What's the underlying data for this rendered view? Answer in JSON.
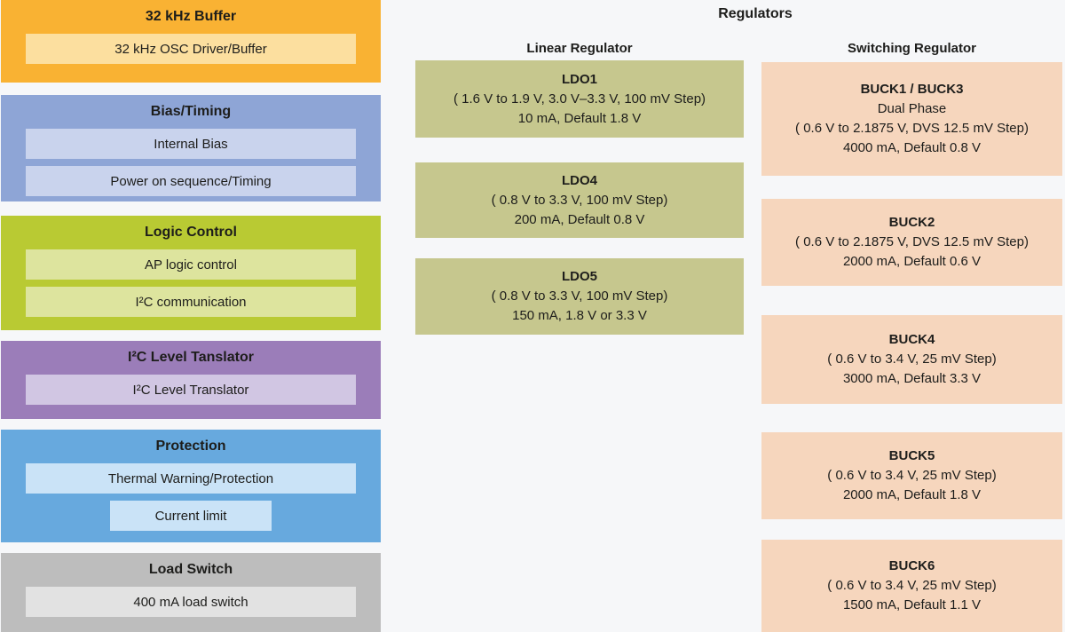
{
  "page": {
    "background": "#F6F7F9",
    "text_color": "#1D1D1B"
  },
  "left_blocks": [
    {
      "title": "32 kHz Buffer",
      "bg": "#F9B233",
      "inner_bg": "#FCDF9F",
      "items": [
        "32 kHz OSC Driver/Buffer"
      ]
    },
    {
      "title": "Bias/Timing",
      "bg": "#8EA5D6",
      "inner_bg": "#C9D3ED",
      "items": [
        "Internal Bias",
        "Power on sequence/Timing"
      ]
    },
    {
      "title": "Logic Control",
      "bg": "#B9CA33",
      "inner_bg": "#DDE49E",
      "items": [
        "AP logic control",
        "I²C communication"
      ]
    },
    {
      "title": "I²C Level Tanslator",
      "bg": "#9B7DB9",
      "inner_bg": "#D1C6E3",
      "items": [
        "I²C Level Translator"
      ]
    },
    {
      "title": "Protection",
      "bg": "#67A9DE",
      "inner_bg": "#CAE3F7",
      "items": [
        "Thermal Warning/Protection",
        "Current limit"
      ]
    },
    {
      "title": "Load Switch",
      "bg": "#BDBDBD",
      "inner_bg": "#E2E2E2",
      "items": [
        "400 mA load switch"
      ]
    }
  ],
  "regulators": {
    "title": "Regulators",
    "linear": {
      "header": "Linear Regulator",
      "bg": "#C6C78E",
      "blocks": [
        {
          "title": "LDO1",
          "line1": "( 1.6 V to 1.9 V, 3.0 V–3.3 V, 100 mV Step)",
          "line2": "10 mA, Default 1.8 V"
        },
        {
          "title": "LDO4",
          "line1": "( 0.8 V to 3.3 V, 100 mV Step)",
          "line2": "200 mA, Default 0.8 V"
        },
        {
          "title": "LDO5",
          "line1": "( 0.8 V to 3.3 V, 100 mV Step)",
          "line2": "150 mA, 1.8 V or 3.3 V"
        }
      ]
    },
    "switching": {
      "header": "Switching Regulator",
      "bg": "#F6D6BD",
      "blocks": [
        {
          "title": "BUCK1 / BUCK3",
          "subtitle": "Dual Phase",
          "line1": "( 0.6 V to 2.1875 V, DVS 12.5 mV Step)",
          "line2": "4000 mA, Default 0.8 V"
        },
        {
          "title": "BUCK2",
          "line1": "( 0.6 V to 2.1875 V, DVS 12.5 mV Step)",
          "line2": "2000 mA, Default 0.6 V"
        },
        {
          "title": "BUCK4",
          "line1": "( 0.6 V to 3.4 V, 25 mV Step)",
          "line2": "3000 mA, Default 3.3 V"
        },
        {
          "title": "BUCK5",
          "line1": "( 0.6 V to 3.4 V, 25 mV Step)",
          "line2": "2000 mA, Default 1.8 V"
        },
        {
          "title": "BUCK6",
          "line1": "( 0.6 V to 3.4 V, 25 mV Step)",
          "line2": "1500 mA, Default 1.1 V"
        }
      ]
    }
  }
}
